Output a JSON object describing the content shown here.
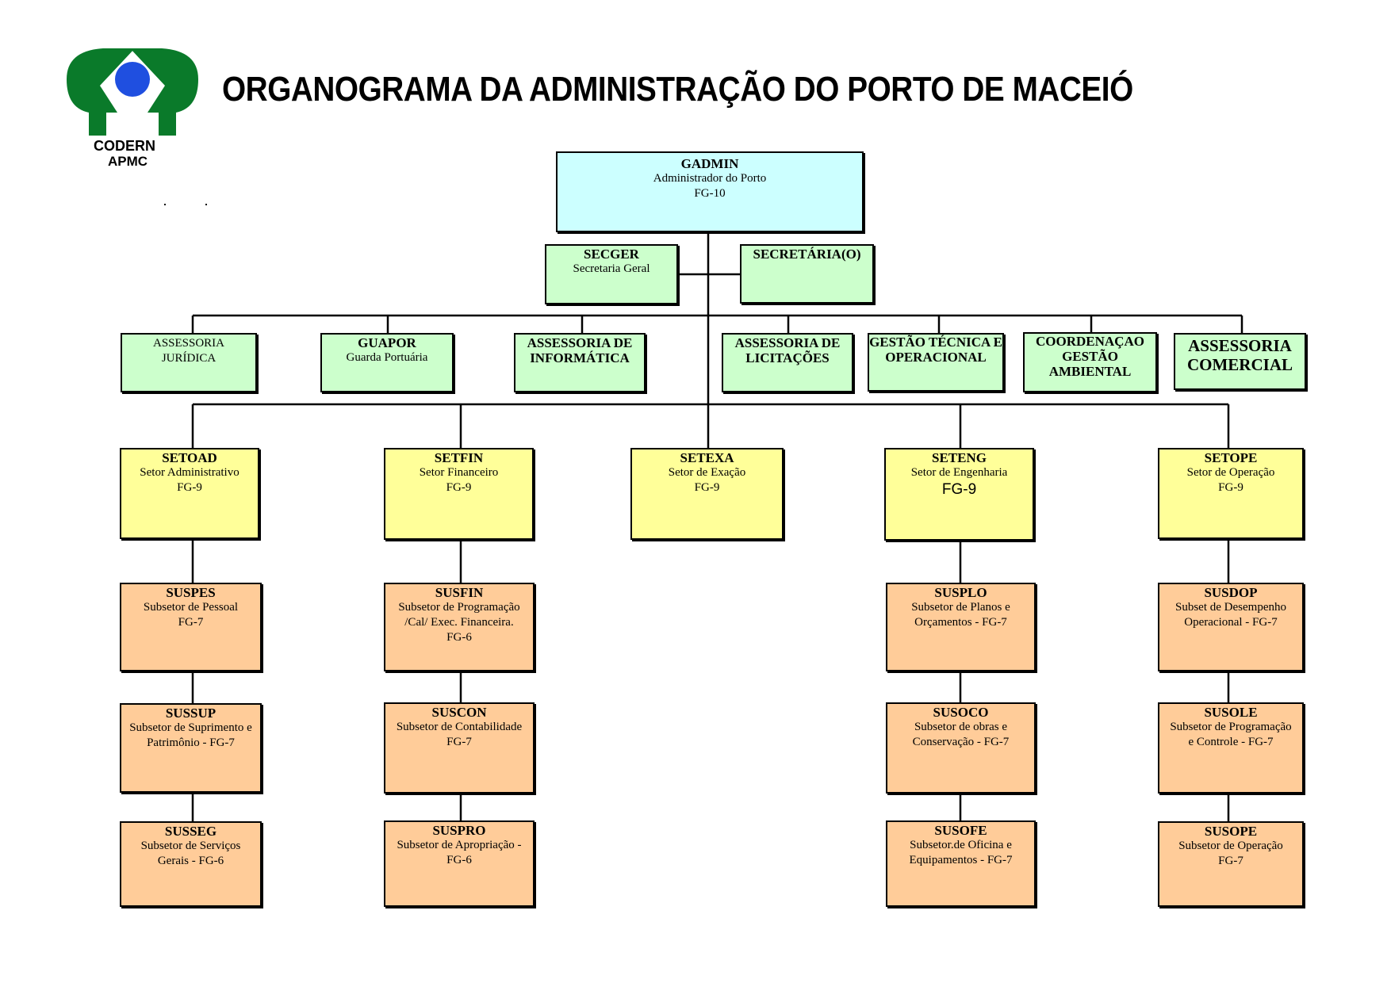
{
  "title": "ORGANOGRAMA DA ADMINISTRAÇÃO DO PORTO DE MACEIÓ",
  "logo": {
    "line1": "CODERN",
    "line2": "APMC",
    "colors": {
      "green": "#0a7a2a",
      "blue": "#1f4fe0"
    }
  },
  "top": {
    "gadmin": {
      "code": "GADMIN",
      "desc": "Administrador do Porto",
      "fg": "FG-10"
    },
    "secger": {
      "code": "SECGER",
      "desc": "Secretaria Geral"
    },
    "secretaria": {
      "code": "SECRETÁRIA(O)"
    }
  },
  "advisory": {
    "juridica": {
      "line1": "ASSESSORIA",
      "line2": "JURÍDICA"
    },
    "guapor": {
      "code": "GUAPOR",
      "desc": "Guarda Portuária"
    },
    "informatica": {
      "line1": "ASSESSORIA DE",
      "line2": "INFORMÁTICA"
    },
    "licitacoes": {
      "line1": "ASSESSORIA DE",
      "line2": "LICITAÇÕES"
    },
    "gestao_tecnica": {
      "line1": "GESTÃO TÉCNICA E",
      "line2": "OPERACIONAL"
    },
    "coordenacao": {
      "line1": "COORDENAÇAO",
      "line2": "GESTÃO",
      "line3": "AMBIENTAL"
    },
    "comercial": {
      "line1": "ASSESSORIA",
      "line2": "COMERCIAL"
    }
  },
  "sectors": {
    "setoad": {
      "code": "SETOAD",
      "desc": "Setor Administrativo",
      "fg": "FG-9"
    },
    "setfin": {
      "code": "SETFIN",
      "desc": "Setor Financeiro",
      "fg": "FG-9"
    },
    "setexa": {
      "code": "SETEXA",
      "desc": "Setor de Exação",
      "fg": "FG-9"
    },
    "seteng": {
      "code": "SETENG",
      "desc": "Setor de Engenharia",
      "fg": "FG-9"
    },
    "setope": {
      "code": "SETOPE",
      "desc": "Setor de Operação",
      "fg": "FG-9"
    }
  },
  "subsectors": {
    "suspes": {
      "code": "SUSPES",
      "line1": "Subsetor de Pessoal",
      "line2": "FG-7"
    },
    "sussup": {
      "code": "SUSSUP",
      "line1": "Subsetor de Suprimento e",
      "line2": "Patrimônio - FG-7"
    },
    "susseg": {
      "code": "SUSSEG",
      "line1": "Subsetor de Serviços",
      "line2": "Gerais - FG-6"
    },
    "susfin": {
      "code": "SUSFIN",
      "line1": "Subsetor de Programação",
      "line2": "/Cal/ Exec. Financeira.",
      "line3": "FG-6"
    },
    "suscon": {
      "code": "SUSCON",
      "line1": "Subsetor de Contabilidade",
      "line2": "FG-7"
    },
    "suspro": {
      "code": "SUSPRO",
      "line1": "Subsetor de Apropriação -",
      "line2": "FG-6"
    },
    "susplo": {
      "code": "SUSPLO",
      "line1": "Subsetor de Planos e",
      "line2": "Orçamentos - FG-7"
    },
    "susoco": {
      "code": "SUSOCO",
      "line1": "Subsetor de obras e",
      "line2": "Conservação - FG-7"
    },
    "susofe": {
      "code": "SUSOFE",
      "line1": "Subsetor.de Oficina e",
      "line2": "Equipamentos - FG-7"
    },
    "susdop": {
      "code": "SUSDOP",
      "line1": "Subset de Desempenho",
      "line2": "Operacional - FG-7"
    },
    "susole": {
      "code": "SUSOLE",
      "line1": "Subsetor de Programação",
      "line2": "e Controle - FG-7"
    },
    "susope": {
      "code": "SUSOPE",
      "line1": "Subsetor de Operação",
      "line2": "FG-7"
    }
  }
}
